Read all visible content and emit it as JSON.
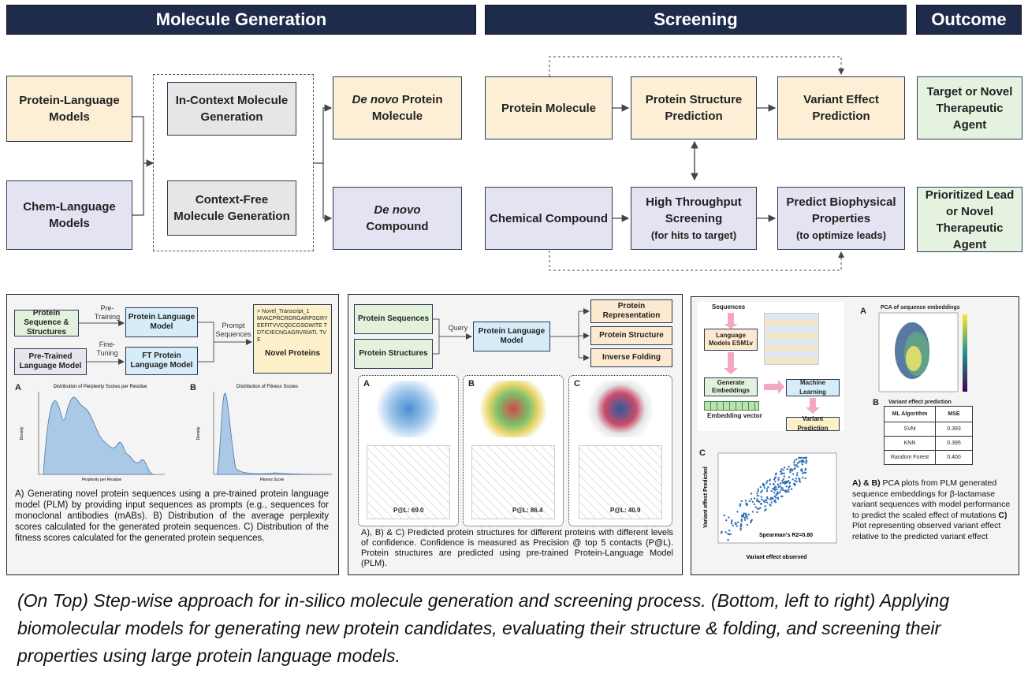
{
  "headers": {
    "molgen": "Molecule Generation",
    "screening": "Screening",
    "outcome": "Outcome"
  },
  "flow": {
    "plm": "Protein-Language Models",
    "clm": "Chem-Language Models",
    "icmg": "In-Context Molecule Generation",
    "cfmg": "Context-Free Molecule Generation",
    "dnp_em": "De novo",
    "dnp_rest": " Protein Molecule",
    "dnc_em": "De novo",
    "dnc_rest": "Compound",
    "pm": "Protein Molecule",
    "psp": "Protein Structure Prediction",
    "vep": "Variant Effect Prediction",
    "cc": "Chemical Compound",
    "hts1": "High Throughput Screening",
    "hts2": "(for hits to target)",
    "pbp1": "Predict Biophysical Properties",
    "pbp2": "(to optimize leads)",
    "tnta": "Target or Novel Therapeutic Agent",
    "plnta": "Prioritized Lead or Novel Therapeutic Agent"
  },
  "panel1": {
    "pss": "Protein Sequence & Structures",
    "pretraining": "Pre-Training",
    "plm": "Protein Language Model",
    "ptlm": "Pre-Trained Language Model",
    "finetuning": "Fine-Tuning",
    "ftplm": "FT Protein Language Model",
    "prompt": "Prompt Sequences",
    "seq_head": "> Novel_Transcript_1",
    "seq_body": "MVACPRCRGRGARPSGRY EEFITVVCQDCGSGWITE TDTICIECNGAGRVRIATL TVE",
    "novel": "Novel Proteins",
    "labelA": "A",
    "labelB": "B",
    "chartA_title": "Distribution of Perplexity Scores per Residue",
    "chartA_x": "Perplexity per Residue",
    "chartA_y": "Density",
    "chartB_title": "Distribution of Fitness Scores",
    "chartB_x": "Fitness Score",
    "chartB_y": "Density",
    "caption": "A) Generating novel protein sequences using a pre-trained protein language model (PLM) by providing input sequences as prompts (e.g., sequences for monoclonal antibodies (mABs). B) Distribution of the average perplexity scores calculated for the generated protein sequences. C) Distribution of the fitness scores calculated for the generated protein sequences."
  },
  "panel2": {
    "ps": "Protein Sequences",
    "pst": "Protein Structures",
    "query": "Query",
    "plm": "Protein Language Model",
    "pr": "Protein Representation",
    "pstr": "Protein Structure",
    "if": "Inverse Folding",
    "A": "A",
    "B": "B",
    "C": "C",
    "pA": "P@L: 69.0",
    "pB": "P@L: 86.4",
    "pC": "P@L: 40.9",
    "caption": "A), B) & C) Predicted protein structures for different proteins with different levels of confidence. Confidence is measured as Precision @ top 5 contacts (P@L). Protein structures are predicted using pre-trained Protein-Language Model (PLM)."
  },
  "panel3": {
    "seq": "Sequences",
    "lm": "Language Models ESM1v",
    "ge": "Generate Embeddings",
    "ev": "Embedding vector",
    "ml": "Machine Learning",
    "vp": "Variant Prediction",
    "A": "A",
    "B": "B",
    "C": "C",
    "pca_title": "PCA of sequence embeddings",
    "pca_sub": "Variant effect prediction",
    "table_h1": "ML Algorithm",
    "table_h2": "MSE",
    "rows": [
      [
        "SVM",
        "0.393"
      ],
      [
        "KNN",
        "0.395"
      ],
      [
        "Random Forest",
        "0.400"
      ]
    ],
    "scatter_x": "Variant effect observed",
    "scatter_y": "Variant effect Predicted",
    "spearman": "Spearman's R2=0.80",
    "caption_b1": "A) & B)",
    "caption_1": " PCA plots from PLM generated sequence embeddings for β-lactamase variant sequences with model performance to predict the scaled effect of mutations ",
    "caption_b2": "C)",
    "caption_2": " Plot representing observed variant effect relative to the predicted variant effect"
  },
  "bottom_caption": "(On Top) Step-wise approach for in-silico molecule generation and screening process. (Bottom, left to right) Applying biomolecular models for generating new protein candidates, evaluating their structure & folding, and screening their properties using large protein language models."
}
